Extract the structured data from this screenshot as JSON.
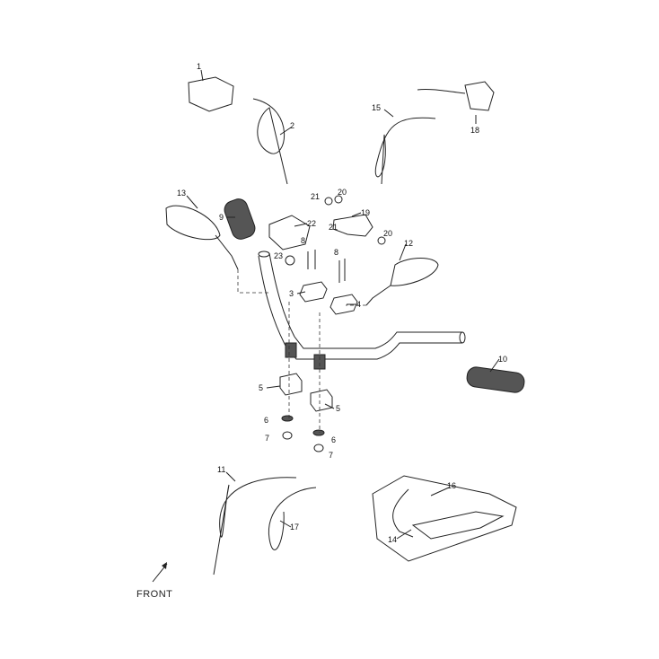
{
  "diagram": {
    "title": "Handlebar assembly exploded view",
    "callouts": [
      {
        "id": "c1",
        "text": "1"
      },
      {
        "id": "c2",
        "text": "2"
      },
      {
        "id": "c15",
        "text": "15"
      },
      {
        "id": "c18",
        "text": "18"
      },
      {
        "id": "c13",
        "text": "13"
      },
      {
        "id": "c9",
        "text": "9"
      },
      {
        "id": "c22",
        "text": "22"
      },
      {
        "id": "c21a",
        "text": "21"
      },
      {
        "id": "c20a",
        "text": "20"
      },
      {
        "id": "c19",
        "text": "19"
      },
      {
        "id": "c21b",
        "text": "21"
      },
      {
        "id": "c20b",
        "text": "20"
      },
      {
        "id": "c12",
        "text": "12"
      },
      {
        "id": "c8a",
        "text": "8"
      },
      {
        "id": "c8b",
        "text": "8"
      },
      {
        "id": "c23",
        "text": "23"
      },
      {
        "id": "c3",
        "text": "3"
      },
      {
        "id": "c4",
        "text": "4"
      },
      {
        "id": "c10",
        "text": "10"
      },
      {
        "id": "c5a",
        "text": "5"
      },
      {
        "id": "c5b",
        "text": "5"
      },
      {
        "id": "c6a",
        "text": "6"
      },
      {
        "id": "c6b",
        "text": "6"
      },
      {
        "id": "c7a",
        "text": "7"
      },
      {
        "id": "c7b",
        "text": "7"
      },
      {
        "id": "c11",
        "text": "11"
      },
      {
        "id": "c16",
        "text": "16"
      },
      {
        "id": "c17",
        "text": "17"
      },
      {
        "id": "c14",
        "text": "14"
      }
    ],
    "front_label": "FRONT"
  }
}
